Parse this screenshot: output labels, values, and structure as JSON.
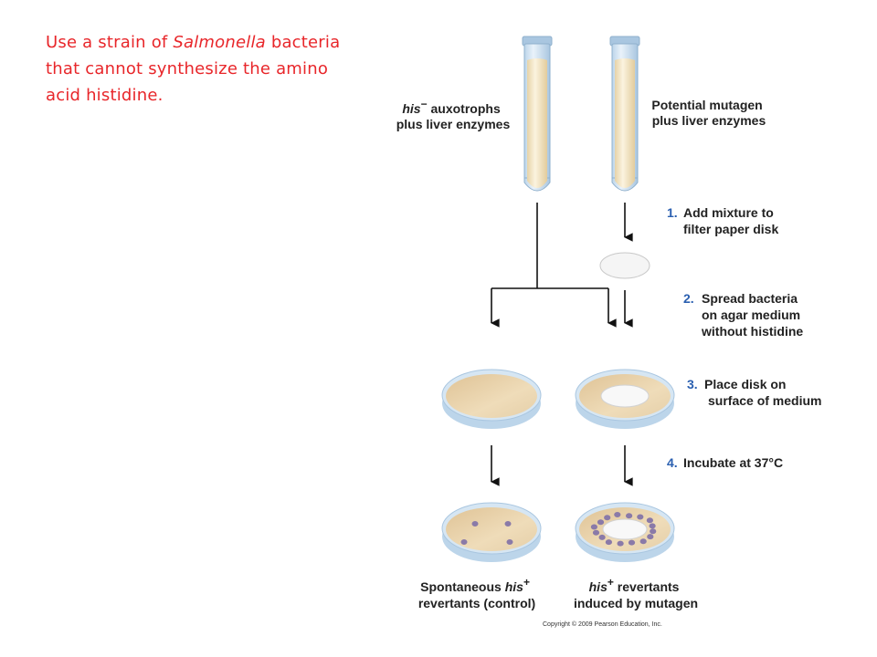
{
  "slide": {
    "intro_prefix": "Use a strain of ",
    "intro_italic": "Salmonella",
    "intro_suffix": " bacteria that cannot synthesize the amino acid histidine."
  },
  "tubes": {
    "left_line1_italic": "his",
    "left_line1_sup": "−",
    "left_line1_rest": " auxotrophs",
    "left_line2": "plus liver enzymes",
    "right_line1": "Potential mutagen",
    "right_line2": "plus liver enzymes"
  },
  "steps": [
    {
      "num": "1.",
      "lines": [
        "Add mixture to",
        "filter paper disk"
      ]
    },
    {
      "num": "2.",
      "lines": [
        "Spread bacteria",
        "on agar medium",
        "without histidine"
      ]
    },
    {
      "num": "3.",
      "lines": [
        "Place disk on",
        "surface of medium"
      ]
    },
    {
      "num": "4.",
      "lines": [
        "Incubate at 37°C"
      ]
    }
  ],
  "results": {
    "left_line1_prefix": "Spontaneous ",
    "left_line1_italic": "his",
    "left_line1_sup": "+",
    "left_line2": "revertants (control)",
    "right_line1_italic": "his",
    "right_line1_sup": "+",
    "right_line1_rest": " revertants",
    "right_line2": "induced by mutagen"
  },
  "copyright": "Copyright © 2009 Pearson Education, Inc.",
  "colors": {
    "intro_text": "#e8262a",
    "step_number": "#2a5fb0",
    "agar": "#e8cfa6",
    "dish_rim": "#bcd5ea",
    "colony": "#8a7aa8",
    "tube_fluid": "#f3e6c8"
  }
}
